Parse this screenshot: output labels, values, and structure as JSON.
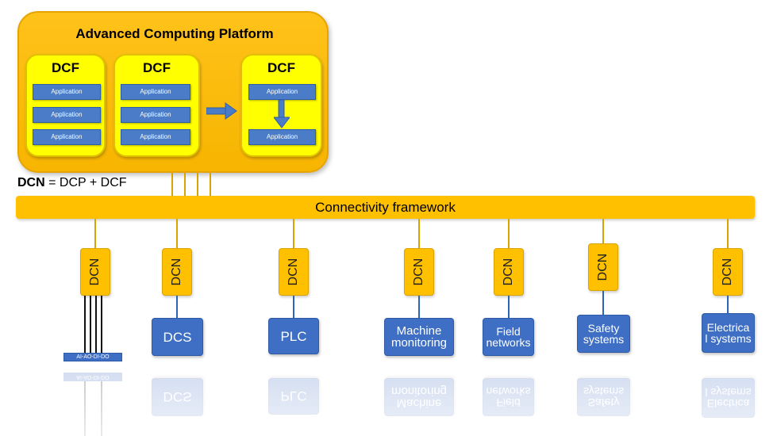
{
  "platform": {
    "title": "Advanced Computing Platform",
    "dcf_label": "DCF",
    "app_label": "Application"
  },
  "definition": {
    "term": "DCN",
    "rest": " = DCP + DCF"
  },
  "bus_label": "Connectivity framework",
  "dcn_label": "DCN",
  "io_label": "AI-AO-DI-DO",
  "devices": [
    {
      "label": "DCS"
    },
    {
      "label": "PLC"
    },
    {
      "label": "Machine\nmonitoring"
    },
    {
      "label": "Field\nnetworks"
    },
    {
      "label": "Safety\nsystems"
    },
    {
      "label": "Electrica\nl systems"
    }
  ],
  "colors": {
    "platform": "#ffc21a",
    "dcf": "#ffff00",
    "application": "#4a7cc8",
    "bus": "#ffc000",
    "device": "#3f6fc4"
  }
}
